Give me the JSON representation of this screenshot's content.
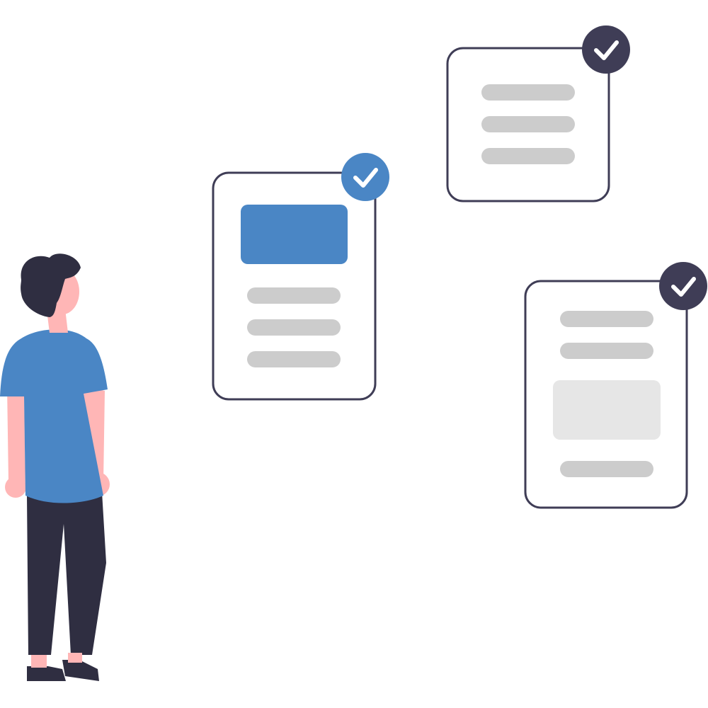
{
  "colors": {
    "background": "#ffffff",
    "accent_blue": "#4a86c5",
    "dark_navy": "#3f3d56",
    "placeholder_gray": "#cccccc",
    "placeholder_light": "#e6e6e6",
    "skin": "#ffb6b6",
    "hair": "#2f2e41",
    "pants": "#2f2e41"
  },
  "cards": [
    {
      "name": "card-left",
      "check_badge_color": "#4a86c5",
      "content": [
        "image-block",
        "line",
        "line",
        "line"
      ],
      "state": "checked"
    },
    {
      "name": "card-top-right",
      "check_badge_color": "#3f3d56",
      "content": [
        "line",
        "line",
        "line"
      ],
      "state": "checked"
    },
    {
      "name": "card-bottom-right",
      "check_badge_color": "#3f3d56",
      "content": [
        "line",
        "line",
        "image-block",
        "line"
      ],
      "state": "checked"
    }
  ],
  "icons": {
    "check": "check-icon",
    "person": "person-illustration"
  }
}
